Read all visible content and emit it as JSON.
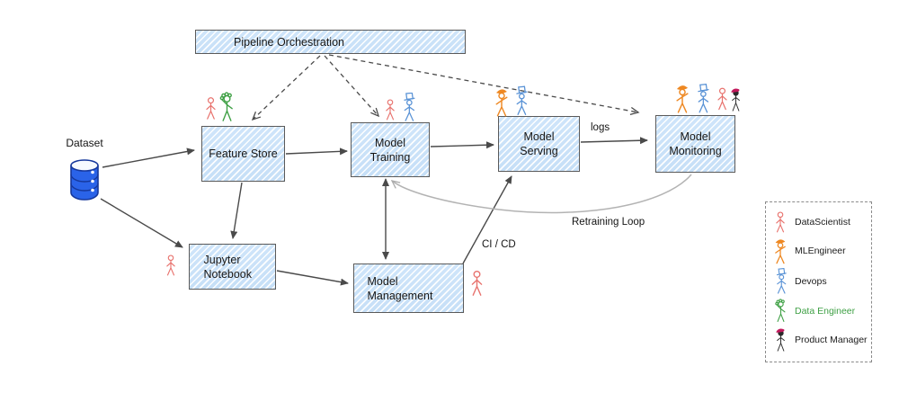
{
  "nodes": {
    "pipeline_orchestration": {
      "label": "Pipeline Orchestration"
    },
    "feature_store": {
      "label": "Feature Store"
    },
    "model_training": {
      "label": "Model Training"
    },
    "model_serving": {
      "label": "Model Serving"
    },
    "model_monitoring": {
      "label": "Model Monitoring"
    },
    "jupyter_notebook": {
      "label": "Jupyter Notebook"
    },
    "model_management": {
      "label": "Model Management"
    }
  },
  "dataset": {
    "label": "Dataset"
  },
  "edge_labels": {
    "logs": "logs",
    "ci_cd": "CI / CD",
    "retraining_loop": "Retraining Loop"
  },
  "legend": {
    "items": [
      {
        "label": "DataScientist",
        "color": "#e8726d",
        "icon": "datascientist-icon"
      },
      {
        "label": "MLEngineer",
        "color": "#ee8822",
        "icon": "mlengineer-icon"
      },
      {
        "label": "Devops",
        "color": "#5a93d6",
        "icon": "devops-icon"
      },
      {
        "label": "Data Engineer",
        "color": "#3fa045",
        "icon": "data-engineer-icon"
      },
      {
        "label": "Product Manager",
        "color": "#2a2a2a",
        "accent_color": "#c2185b",
        "icon": "product-manager-icon"
      }
    ]
  },
  "colors": {
    "node_fill": "#cfe5fa",
    "node_border": "#5a5a5a",
    "arrow": "#4a4a4a",
    "retraining_loop_arrow": "#b3b3b3",
    "dataset_cylinder": "#2a63e8"
  }
}
